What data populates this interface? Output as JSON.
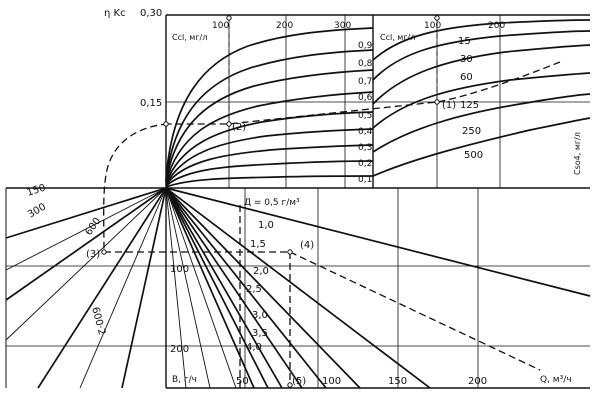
{
  "axes": {
    "eta_kc": "η Kc",
    "y_030": "0,30",
    "y_015": "0,15",
    "ccl_left": "Ccl, мг/л",
    "ccl_right": "Ccl, мг/л",
    "cso4": "Cso4, мг/л",
    "b_axis": "В, г/ч",
    "q_axis": "Q, м³/ч",
    "d_label": "Д = 0,5 г/м³"
  },
  "top_left_panel": {
    "ccl_ticks": [
      "100",
      "200",
      "300"
    ],
    "curve_labels": [
      "0,9",
      "0,8",
      "0,7",
      "0,6",
      "0,5",
      "0,4",
      "0,3",
      "0,2",
      "0,1"
    ]
  },
  "top_right_panel": {
    "ccl_ticks": [
      "100",
      "200"
    ],
    "curve_labels": [
      "15",
      "30",
      "60",
      "125",
      "250",
      "500"
    ]
  },
  "left_panel": {
    "line_labels": [
      "150",
      "300",
      "600",
      "600·2"
    ]
  },
  "right_panel": {
    "dose_labels": [
      "1,0",
      "1,5",
      "2,0",
      "2,5",
      "3,0",
      "3,5",
      "4,0"
    ]
  },
  "b_ticks": [
    "100",
    "200"
  ],
  "bottom_ticks": [
    "50",
    "100",
    "150",
    "200"
  ],
  "markers": [
    "(1)",
    "(2)",
    "(3)",
    "(4)",
    "(5)"
  ]
}
